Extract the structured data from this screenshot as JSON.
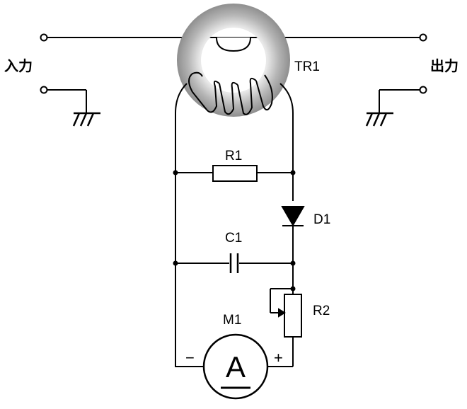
{
  "diagram": {
    "input_label": "入力",
    "output_label": "出力",
    "transformer_label": "TR1",
    "resistor1_label": "R1",
    "diode_label": "D1",
    "capacitor_label": "C1",
    "resistor2_label": "R2",
    "meter_label": "M1",
    "meter_symbol": "A",
    "minus_sign": "−",
    "plus_sign": "+"
  },
  "colors": {
    "line": "#000000",
    "core_outer": "#8a8a8a",
    "core_inner": "#dddddd"
  }
}
